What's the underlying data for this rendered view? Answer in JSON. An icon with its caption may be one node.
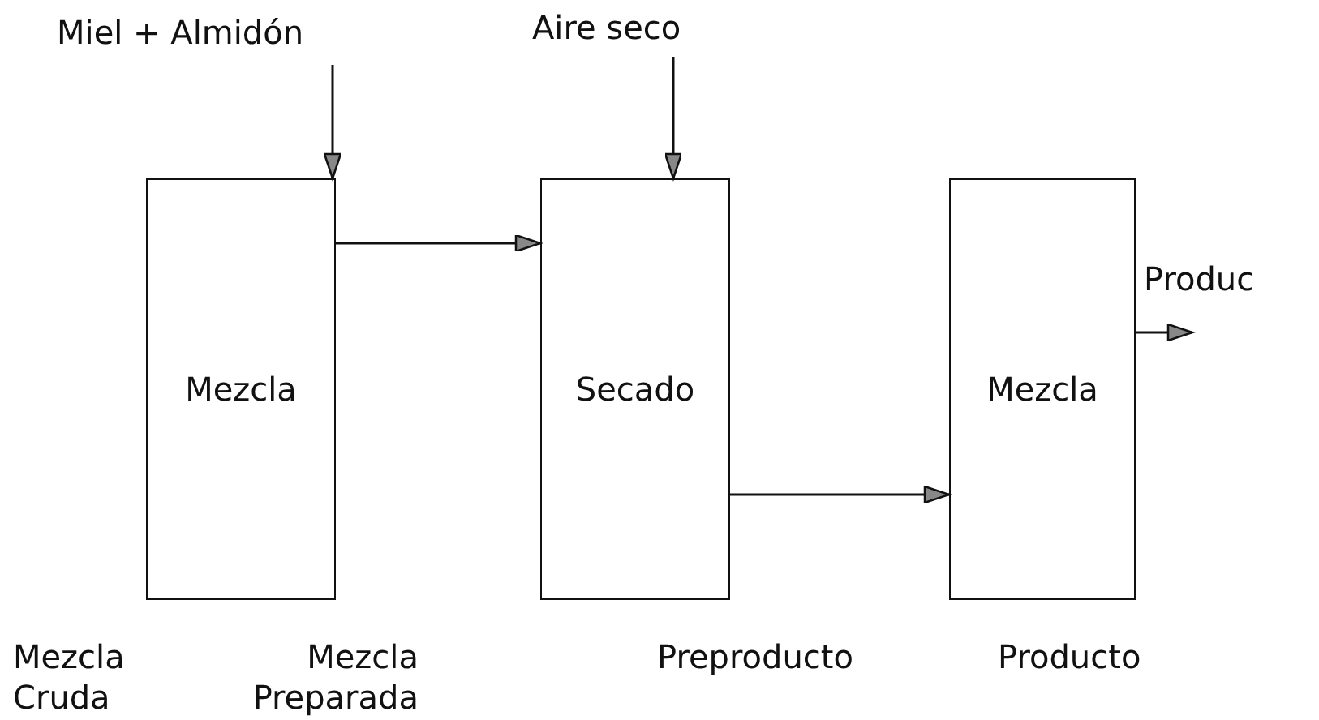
{
  "diagram": {
    "nodes": [
      {
        "text": [
          "Miel + Almidón"
        ]
      },
      {
        "text": [
          "Aire seco"
        ]
      },
      {
        "text": [
          "Mezcla"
        ]
      },
      {
        "text": [
          "Secado"
        ]
      },
      {
        "text": [
          "Mezcla"
        ]
      }
    ],
    "edges": [
      {
        "from": 0,
        "to": 2,
        "arrow": "to"
      },
      {
        "from": 1,
        "to": 3,
        "arrow": "to"
      },
      {
        "from": 2,
        "to": 3,
        "arrow": "to"
      },
      {
        "from": 3,
        "to": 4,
        "arrow": "to"
      },
      {
        "from": 4,
        "to": null,
        "arrow": "to",
        "label": "Produc"
      }
    ],
    "labels": [
      "Mezcla Cruda",
      "Mezcla Preparada",
      "Preproducto",
      "Producto"
    ]
  }
}
